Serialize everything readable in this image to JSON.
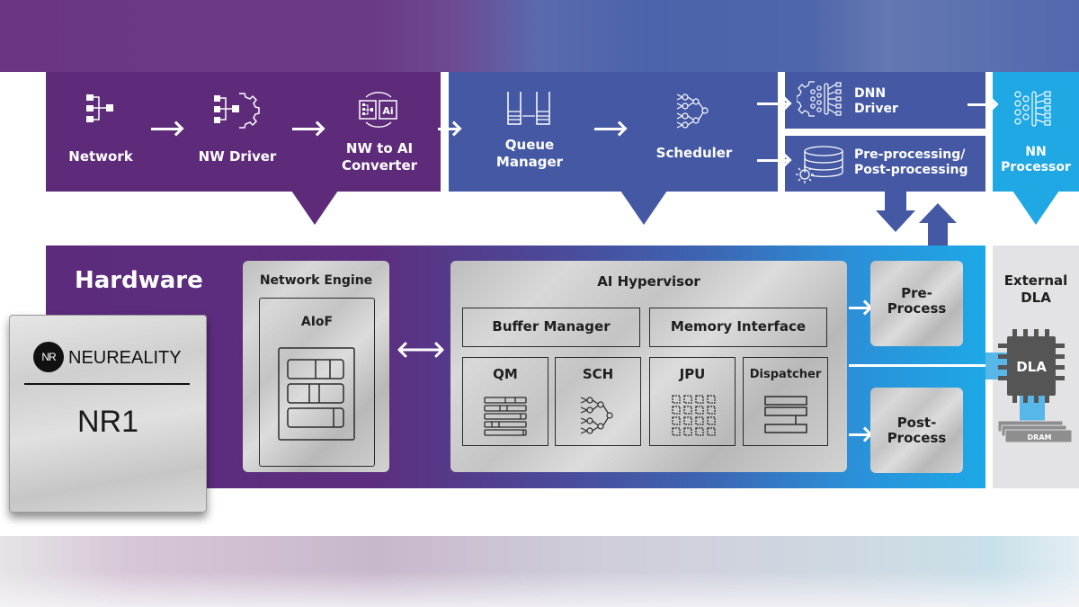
{
  "software_stack": {
    "network_group": {
      "color": "#5e2b7b",
      "steps": [
        {
          "label": "Network",
          "icon": "network-hierarchy-icon"
        },
        {
          "label": "NW Driver",
          "icon": "network-driver-gear-icon"
        },
        {
          "label": "NW to AI\nConverter",
          "icon": "nw-to-ai-converter-icon",
          "icon_text": "Ai"
        }
      ]
    },
    "queue_group": {
      "color": "#4558a4",
      "steps": [
        {
          "label": "Queue\nManager",
          "icon": "queue-stacks-icon"
        },
        {
          "label": "Scheduler",
          "icon": "scheduler-graph-icon"
        }
      ]
    },
    "dnn_driver": {
      "label": "DNN\nDriver",
      "icon": "dnn-gear-network-icon",
      "color": "#4558a4"
    },
    "pre_post_processing": {
      "label": "Pre-processing/\nPost-processing",
      "icon": "database-gear-icon",
      "color": "#4558a4"
    },
    "nn_processor": {
      "label": "NN\nProcessor",
      "icon": "neural-network-icon",
      "color": "#1fa8e3"
    }
  },
  "hardware": {
    "title": "Hardware",
    "chip": {
      "logo_mark": "NR",
      "brand": "NEUREALITY",
      "name": "NR1"
    },
    "network_engine": {
      "title": "Network Engine",
      "inner_title": "AIoF"
    },
    "ai_hypervisor": {
      "title": "AI Hypervisor",
      "row1": [
        "Buffer Manager",
        "Memory Interface"
      ],
      "row2": [
        {
          "label": "QM",
          "icon": "queue-bars-icon"
        },
        {
          "label": "SCH",
          "icon": "scheduler-graph-icon"
        },
        {
          "label": "JPU",
          "icon": "processor-grid-icon"
        },
        {
          "label": "Dispatcher",
          "icon": "dispatcher-stack-icon"
        }
      ]
    },
    "pre_process": "Pre-\nProcess",
    "post_process": "Post-\nProcess"
  },
  "external_dla": {
    "title": "External\nDLA",
    "chip_label": "DLA",
    "memory_label": "DRAM"
  }
}
